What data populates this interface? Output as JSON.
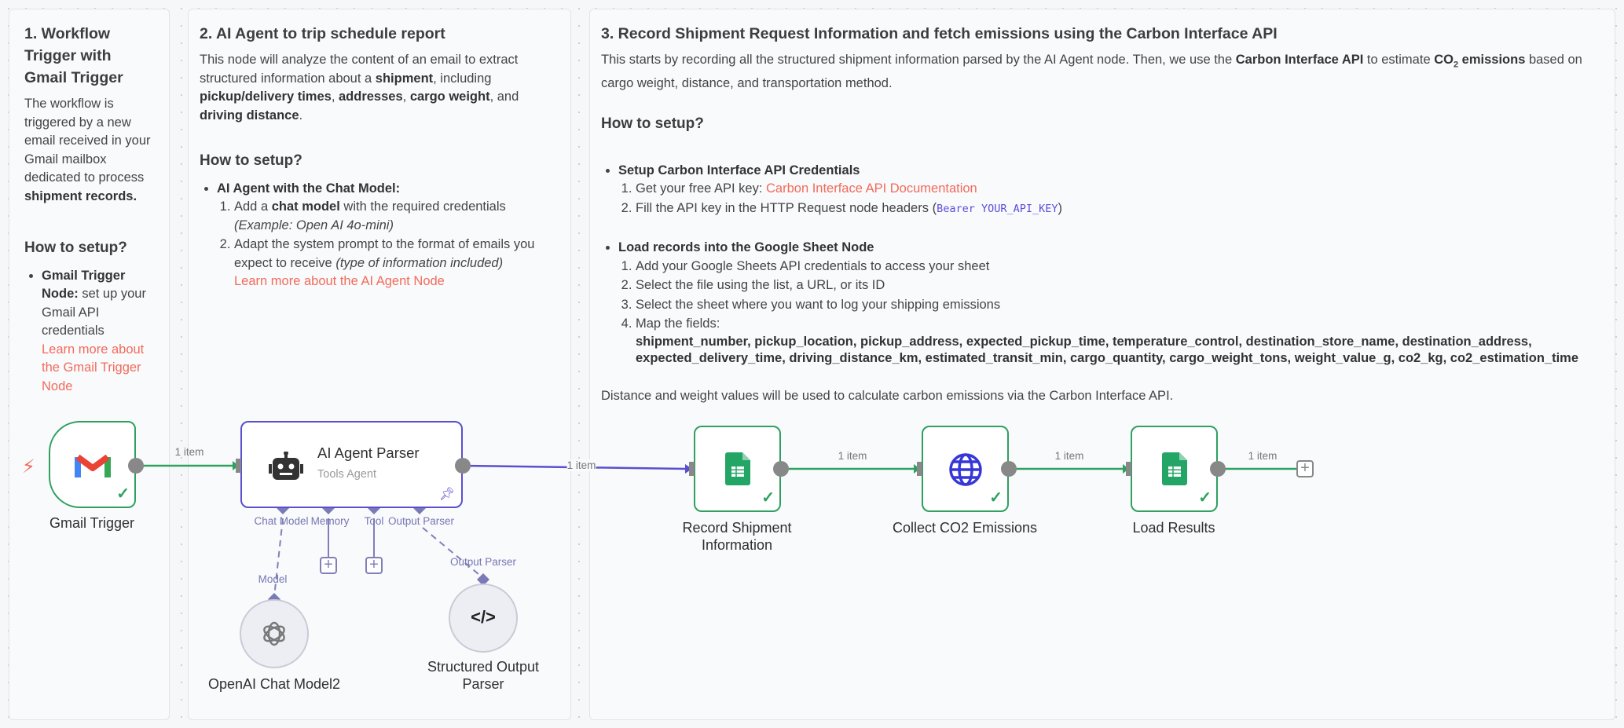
{
  "panel1": {
    "title": "1. Workflow Trigger with Gmail Trigger",
    "desc_pre": "The workflow is triggered by a new email received in your Gmail mailbox dedicated to process ",
    "desc_bold": "shipment records.",
    "setup_title": "How to setup?",
    "bullet_bold": "Gmail Trigger Node:",
    "bullet_text": " set up your Gmail API credentials",
    "link": "Learn more about the Gmail Trigger Node"
  },
  "panel2": {
    "title": "2. AI Agent to trip schedule report",
    "d1": "This node will analyze the content of an email to extract structured information about a ",
    "d2": "shipment",
    "d3": ", including ",
    "d4": "pickup/delivery times",
    "d5": ", ",
    "d6": "addresses",
    "d7": ", ",
    "d8": "cargo weight",
    "d9": ", and ",
    "d10": "driving distance",
    "d11": ".",
    "setup_title": "How to setup?",
    "bullet": "AI Agent with the Chat Model:",
    "i1a": "Add a ",
    "i1b": "chat model",
    "i1c": " with the required credentials ",
    "i1d": "(Example: Open AI 4o-mini)",
    "i2a": "Adapt the system prompt to the format of emails you expect to receive ",
    "i2b": "(type of information included)",
    "link": "Learn more about the AI Agent Node"
  },
  "panel3": {
    "title": "3. Record Shipment Request Information and fetch emissions using the Carbon Interface API",
    "d1": "This starts by recording all the structured shipment information parsed by the AI Agent node. Then, we use the ",
    "d2": "Carbon Interface API",
    "d3": " to estimate ",
    "d4": "CO",
    "d4sub": "2",
    "d4b": " emissions",
    "d5": " based on cargo weight, distance, and transportation method.",
    "setup_title": "How to setup?",
    "b1": "Setup Carbon Interface API Credentials",
    "b1i1": "Get your free API key: ",
    "b1i1link": "Carbon Interface API Documentation",
    "b1i2a": "Fill the API key in the HTTP Request node headers (",
    "b1i2code": "Bearer YOUR_API_KEY",
    "b1i2c": ")",
    "b2": "Load records into the Google Sheet Node",
    "b2i1": "Add your Google Sheets API credentials to access your sheet",
    "b2i2": "Select the file using the list, a URL, or its ID",
    "b2i3": "Select the sheet where you want to log your shipping emissions",
    "b2i4": "Map the fields:",
    "fields": "shipment_number, pickup_location, pickup_address, expected_pickup_time, temperature_control, destination_store_name, destination_address, expected_delivery_time, driving_distance_km, estimated_transit_min, cargo_quantity, cargo_weight_tons, weight_value_g, co2_kg, co2_estimation_time",
    "footer": "Distance and weight values will be used to calculate carbon emissions via the Carbon Interface API."
  },
  "nodes": {
    "gmail": "Gmail Trigger",
    "agent_title": "AI Agent Parser",
    "agent_sub": "Tools Agent",
    "openai": "OpenAI Chat Model2",
    "parser": "Structured Output Parser",
    "record": "Record Shipment Information",
    "collect": "Collect CO2 Emissions",
    "load": "Load Results"
  },
  "ports": {
    "chat_model": "Chat Model",
    "memory": "Memory",
    "tool": "Tool",
    "output_parser": "Output Parser",
    "model": "Model",
    "output_parser2": "Output Parser"
  },
  "edges": {
    "e1": "1 item",
    "e2": "1 item",
    "e3": "1 item",
    "e4": "1 item",
    "e5": "1 item"
  },
  "colors": {
    "success": "#2ea05f",
    "agent": "#5a4fcf",
    "link": "#f26b5b"
  }
}
